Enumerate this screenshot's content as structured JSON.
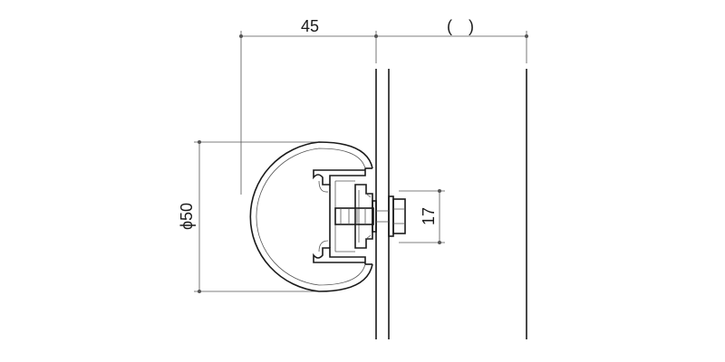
{
  "dimensions": {
    "width": "45",
    "wall_thickness": "(　)",
    "diameter": "ϕ50",
    "bolt_height": "17"
  }
}
